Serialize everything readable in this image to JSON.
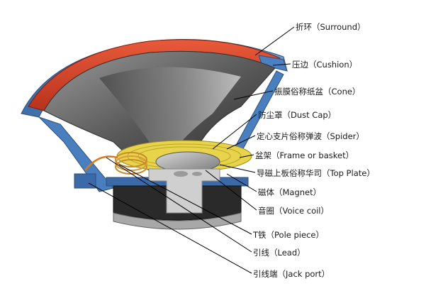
{
  "diagram": {
    "labels": [
      {
        "id": "surround",
        "text": "折环（Surround）"
      },
      {
        "id": "cushion",
        "text": "压边（Cushion）"
      },
      {
        "id": "cone",
        "text": "振膜俗称纸盆（Cone）"
      },
      {
        "id": "dust_cap",
        "text": "防尘罩（Dust Cap）"
      },
      {
        "id": "spider",
        "text": "定心支片俗称弹波（Spider）"
      },
      {
        "id": "frame",
        "text": "盆架（Frame or basket）"
      },
      {
        "id": "top_plate",
        "text": "导磁上板俗称华司（Top Plate）"
      },
      {
        "id": "magnet",
        "text": "磁体（Magnet）"
      },
      {
        "id": "voice_coil",
        "text": "音圈（Voice coil）"
      },
      {
        "id": "pole_piece",
        "text": "T铁（Pole piece）"
      },
      {
        "id": "lead",
        "text": "引线（Lead）"
      },
      {
        "id": "jack_port",
        "text": "引线端（Jack port）"
      }
    ]
  }
}
